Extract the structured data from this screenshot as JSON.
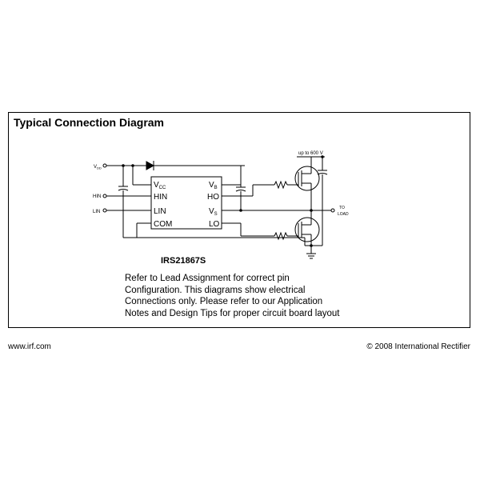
{
  "diagram": {
    "title": "Typical Connection Diagram",
    "chip_name": "IRS21867S",
    "supply_label": "up to 600 V",
    "load_label_to": "TO",
    "load_label_load": "LOAD",
    "inputs": {
      "vdd": "V",
      "vdd_sub": "DD",
      "hin": "HIN",
      "lin": "LIN"
    },
    "pins": {
      "vcc": "V",
      "vcc_sub": "CC",
      "hin": "HIN",
      "lin": "LIN",
      "com": "COM",
      "vb": "V",
      "vb_sub": "B",
      "ho": "HO",
      "vs": "V",
      "vs_sub": "S",
      "lo": "LO"
    },
    "note": "Refer to Lead Assignment for correct pin\nConfiguration. This diagrams show electrical\nConnections only. Please refer to our Application\nNotes and Design Tips for proper circuit board layout"
  },
  "footer": {
    "website": "www.irf.com",
    "copyright": "© 2008 International Rectifier"
  }
}
